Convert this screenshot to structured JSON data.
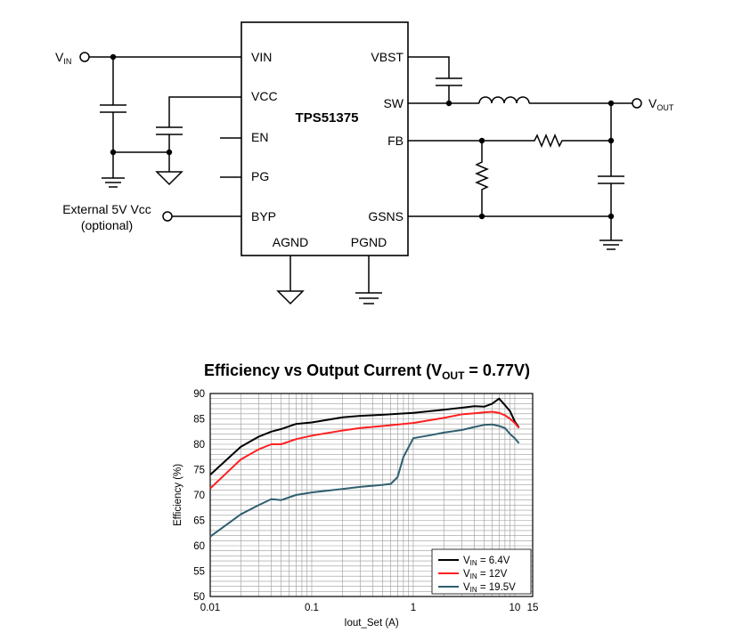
{
  "schematic": {
    "chip_name": "TPS51375",
    "pins_left": [
      "VIN",
      "VCC",
      "EN",
      "PG",
      "BYP"
    ],
    "pins_right": [
      "VBST",
      "SW",
      "FB",
      "GSNS"
    ],
    "pins_bottom": [
      "AGND",
      "PGND"
    ],
    "vin_label": "V",
    "vin_sub": "IN",
    "vout_label": "V",
    "vout_sub": "OUT",
    "ext_label_1": "External 5V Vcc",
    "ext_label_2": "(optional)"
  },
  "chart_data": {
    "type": "line",
    "title": "Efficiency vs Output Current (V",
    "title_sub": "OUT",
    "title_tail": " = 0.77V)",
    "xlabel": "Iout_Set (A)",
    "ylabel": "Efficiency (%)",
    "x_scale": "log",
    "xlim": [
      0.01,
      15
    ],
    "ylim": [
      50,
      90
    ],
    "grid": true,
    "legend_position": "bottom-right",
    "x_ticks": [
      "0.01",
      "0.1",
      "1",
      "10",
      "15"
    ],
    "y_ticks": [
      "50",
      "55",
      "60",
      "65",
      "70",
      "75",
      "80",
      "85",
      "90"
    ],
    "series": [
      {
        "name": "V",
        "name_sub": "IN",
        "name_tail": " = 6.4V",
        "color": "#000000",
        "x": [
          0.01,
          0.02,
          0.03,
          0.04,
          0.05,
          0.07,
          0.1,
          0.2,
          0.3,
          0.5,
          1,
          2,
          3,
          4,
          5,
          6,
          7,
          8,
          9,
          10,
          11
        ],
        "y": [
          74,
          79.5,
          81.5,
          82.5,
          83,
          84,
          84.3,
          85.3,
          85.6,
          85.8,
          86.2,
          86.8,
          87.2,
          87.5,
          87.4,
          88,
          89,
          87.7,
          86.5,
          84.5,
          83.3
        ]
      },
      {
        "name": "V",
        "name_sub": "IN",
        "name_tail": " = 12V",
        "color": "#ff2020",
        "x": [
          0.01,
          0.02,
          0.03,
          0.04,
          0.05,
          0.07,
          0.1,
          0.2,
          0.3,
          0.5,
          1,
          2,
          3,
          4,
          5,
          6,
          7,
          8,
          9,
          10,
          11
        ],
        "y": [
          71.3,
          77,
          79,
          80,
          80,
          81,
          81.7,
          82.7,
          83.2,
          83.6,
          84.2,
          85.2,
          85.9,
          86.1,
          86.3,
          86.4,
          86.2,
          85.7,
          85,
          84.2,
          83.2
        ]
      },
      {
        "name": "V",
        "name_sub": "IN",
        "name_tail": " = 19.5V",
        "color": "#2f5f6f",
        "x": [
          0.01,
          0.02,
          0.03,
          0.04,
          0.05,
          0.07,
          0.1,
          0.2,
          0.3,
          0.5,
          0.6,
          0.7,
          0.8,
          1,
          1.5,
          2,
          3,
          4,
          5,
          6,
          7,
          8,
          9,
          10,
          11
        ],
        "y": [
          61.8,
          66.2,
          68,
          69.2,
          69,
          70,
          70.5,
          71.2,
          71.6,
          72,
          72.2,
          73.5,
          77.5,
          81.2,
          81.8,
          82.3,
          82.8,
          83.4,
          83.8,
          83.9,
          83.6,
          83.2,
          82,
          81.2,
          80.2
        ]
      }
    ]
  }
}
